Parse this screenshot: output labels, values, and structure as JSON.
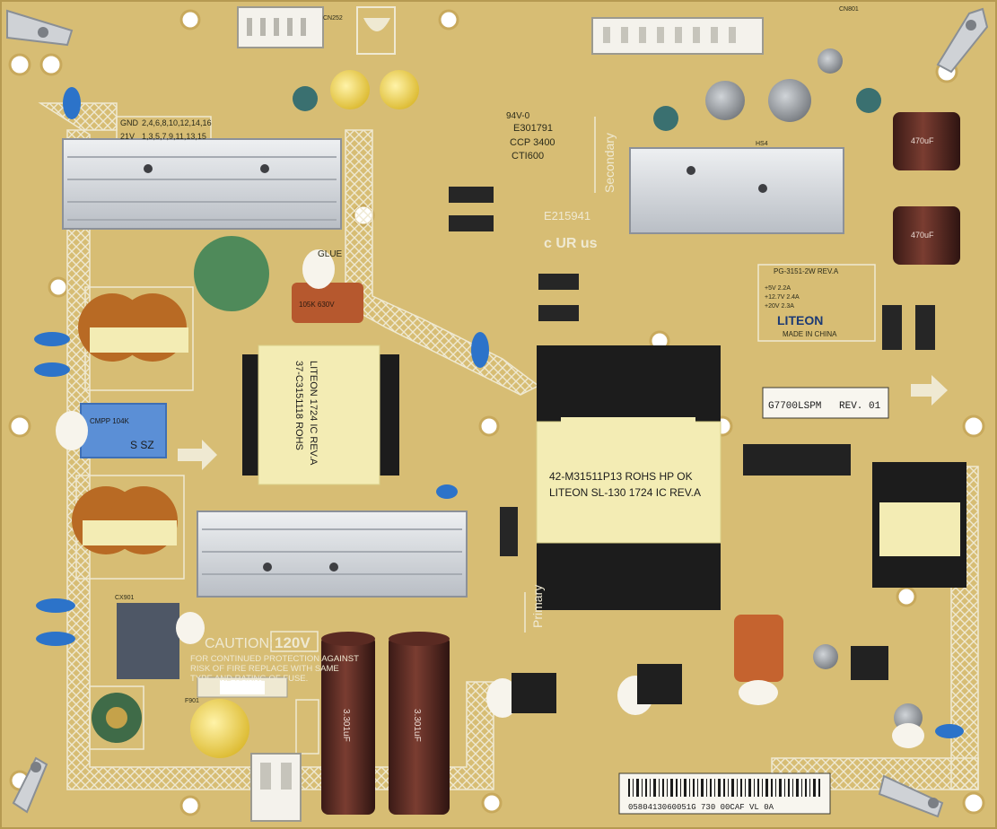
{
  "board": {
    "part_number": "PG-3151-2W REV.A",
    "model_label": "G7700LSPM",
    "model_rev": "REV. 01",
    "manufacturer": "LITEON",
    "made_in": "MADE IN CHINA",
    "cert_number": "E215941",
    "cert_mark": "c UR us",
    "ul_line1": "E301791",
    "ul_line2": "CCP 3400",
    "ul_line3": "CTI600",
    "ul_line0": "94V-0",
    "secondary_label": "Secondary",
    "primary_label": "Primary",
    "serial": "0580413060051G   730   00CAF  VL   0A",
    "caution_title": "CAUTION:",
    "caution_voltage": "120V",
    "caution_text_1": "FOR CONTINUED PROTECTION AGAINST",
    "caution_text_2": "RISK OF FIRE REPLACE WITH SAME",
    "caution_text_3": "TYPE AND RATING OF FUSE.",
    "gnd_label": "GND",
    "gnd_pins": "2,4,6,8,10,12,14,16",
    "v21_label": "21V",
    "v21_pins": "1,3,5,7,9,11,13,15",
    "glue_label": "GLUE",
    "colors": {
      "pcb": "#d7bd74",
      "pcb_dark": "#c8a95c",
      "silk": "#efe9d2",
      "heatsink": "#d9dde2",
      "transformer_core": "#1c1c1c",
      "tape": "#f3ecb4",
      "cap_brown": "#5a2a22",
      "cap_blue": "#2c73c9"
    }
  },
  "transformers": {
    "main_label_1": "42-M31511P13 ROHS HP OK",
    "main_label_2": "LITEON SL-130 1724 IC REV.A",
    "standby_label_1": "37-C3151118 ROHS",
    "standby_label_2": "LITEON 1724 IC REV.A"
  },
  "components": {
    "c901_text": "105K 630V",
    "fuse_label": "F901",
    "cx_label": "CX901",
    "x_cap_text": "CMPP 104K",
    "x_cap_text2": "S SZ",
    "bulk_cap_text_1": "3.301uF",
    "bulk_cap_text_2": "3.301uF",
    "sec_cap_text_1": "470uF",
    "sec_cap_text_2": "470uF",
    "cn_label_top": "CN252",
    "cn_label_right": "CN801",
    "hs_label": "HS4",
    "spec_rows": [
      "+5V  2.2A",
      "+12.7V  2.4A",
      "+20V  2.3A"
    ]
  }
}
